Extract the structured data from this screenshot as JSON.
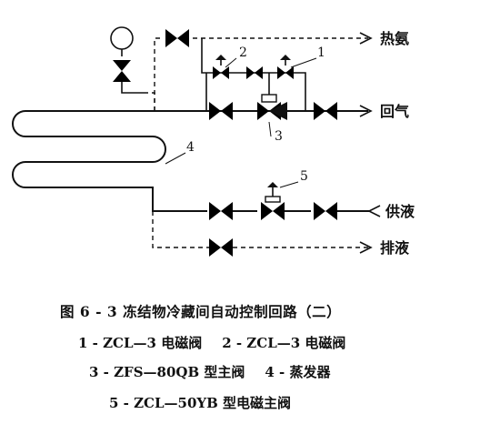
{
  "labels": {
    "hot_ammonia": "热氨",
    "return_gas": "回气",
    "liquid_supply": "供液",
    "liquid_drain": "排液"
  },
  "callouts": {
    "n1": "1",
    "n2": "2",
    "n3": "3",
    "n4": "4",
    "n5": "5"
  },
  "caption": {
    "title": "图 6 - 3   冻结物冷藏间自动控制回路（二）",
    "item1": "1 - ZCL—3 电磁阀",
    "item2": "2 - ZCL—3 电磁阀",
    "item3": "3 - ZFS—80QB 型主阀",
    "item4": "4 - 蒸发器",
    "item5": "5 - ZCL—50YB 型电磁主阀"
  }
}
